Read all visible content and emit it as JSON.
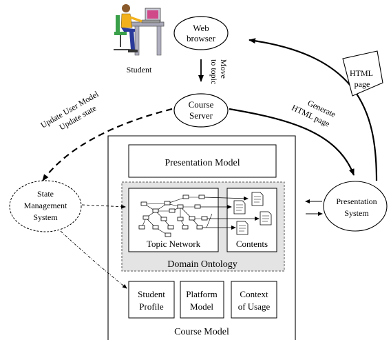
{
  "student": {
    "label": "Student"
  },
  "web_browser": {
    "line1": "Web",
    "line2": "browser"
  },
  "move_to_topic": {
    "line1": "Move",
    "line2": "to topic"
  },
  "course_server": {
    "line1": "Course",
    "line2": "Server"
  },
  "update": {
    "line1": "Update User Model",
    "line2": "Update state"
  },
  "generate": {
    "line1": "Generate",
    "line2": "HTML page"
  },
  "html_page": {
    "line1": "HTML",
    "line2": "page"
  },
  "state_management": {
    "line1": "State",
    "line2": "Management",
    "line3": "System"
  },
  "presentation_system": {
    "line1": "Presentation",
    "line2": "System"
  },
  "presentation_model": {
    "label": "Presentation Model"
  },
  "topic_network": {
    "label": "Topic Network"
  },
  "contents": {
    "label": "Contents"
  },
  "domain_ontology": {
    "label": "Domain Ontology"
  },
  "student_profile": {
    "line1": "Student",
    "line2": "Profile"
  },
  "platform_model": {
    "line1": "Platform",
    "line2": "Model"
  },
  "context_of_usage": {
    "line1": "Context",
    "line2": "of Usage"
  },
  "course_model": {
    "label": "Course Model"
  }
}
